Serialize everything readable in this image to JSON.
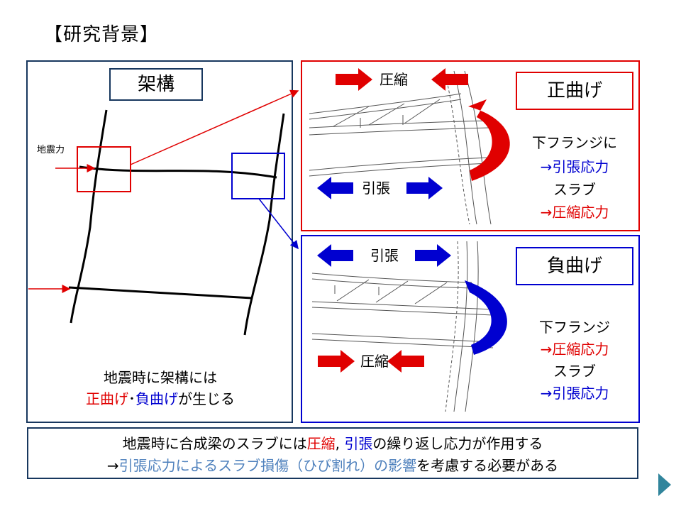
{
  "title": "【研究背景】",
  "frame_panel": {
    "label": "架構",
    "force_label": "地震力",
    "caption_line1": "地震時に架構には",
    "caption_positive": "正曲げ",
    "caption_dot": "･",
    "caption_negative": "負曲げ",
    "caption_tail": "が生じる"
  },
  "positive_panel": {
    "label": "正曲げ",
    "compression": "圧縮",
    "tension": "引張",
    "line1": "下フランジに",
    "line2": "→引張応力",
    "line3": "スラブ",
    "line4": "→圧縮応力"
  },
  "negative_panel": {
    "label": "負曲げ",
    "tension": "引張",
    "compression": "圧縮",
    "line1": "下フランジ",
    "line2": "→圧縮応力",
    "line3": "スラブ",
    "line4": "→引張応力"
  },
  "bottom": {
    "line1_a": "地震時に合成梁のスラブには",
    "line1_compression": "圧縮",
    "line1_comma": ", ",
    "line1_tension": "引張",
    "line1_b": "の繰り返し応力が作用する",
    "line2_arrow": "→",
    "line2_highlight": "引張応力によるスラブ損傷（ひび割れ）の影響",
    "line2_tail": "を考慮する必要がある"
  },
  "colors": {
    "red": "#e00000",
    "blue": "#0000d0",
    "navy": "#17375e",
    "steel_blue": "#4f81bd",
    "next_arrow": "#31859c"
  },
  "icons": [
    "red-arrow-icon",
    "blue-arrow-icon",
    "curved-moment-arrow-icon",
    "next-slide-icon"
  ]
}
